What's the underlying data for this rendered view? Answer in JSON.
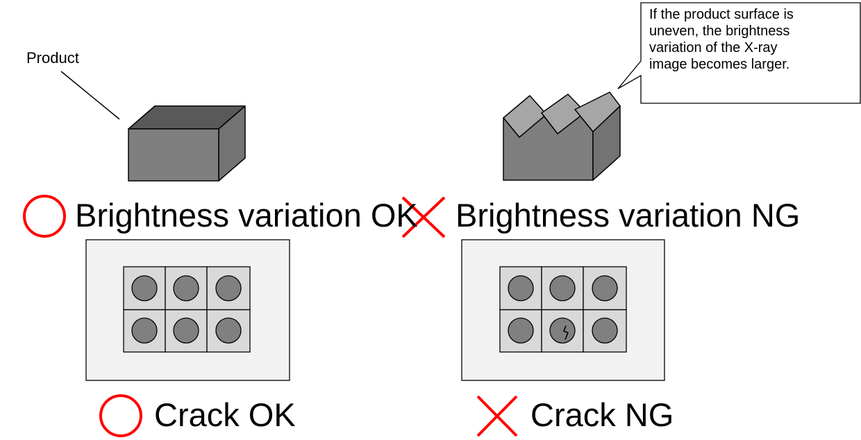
{
  "product_label": "Product",
  "callout": {
    "lines": "If the product surface is\nuneven, the brightness\nvariation of the X-ray\nimage becomes larger."
  },
  "brightness_ok": {
    "symbol": "circle",
    "label": "Brightness variation OK"
  },
  "brightness_ng": {
    "symbol": "cross",
    "label": "Brightness variation NG"
  },
  "crack_ok": {
    "symbol": "circle",
    "label": "Crack OK"
  },
  "crack_ng": {
    "symbol": "cross",
    "label": "Crack NG"
  },
  "colors": {
    "mark_red": "#ff0000",
    "box_front": "#7f7f7f",
    "box_top": "#595959",
    "box_side": "#737373",
    "facet_light": "#a6a6a6",
    "xray_background": "#f2f2f2",
    "cell_fill": "#d9d9d9",
    "pellet_fill": "#808080"
  },
  "icons": {
    "ok_mark": "red-circle-icon",
    "ng_mark": "red-cross-icon"
  }
}
